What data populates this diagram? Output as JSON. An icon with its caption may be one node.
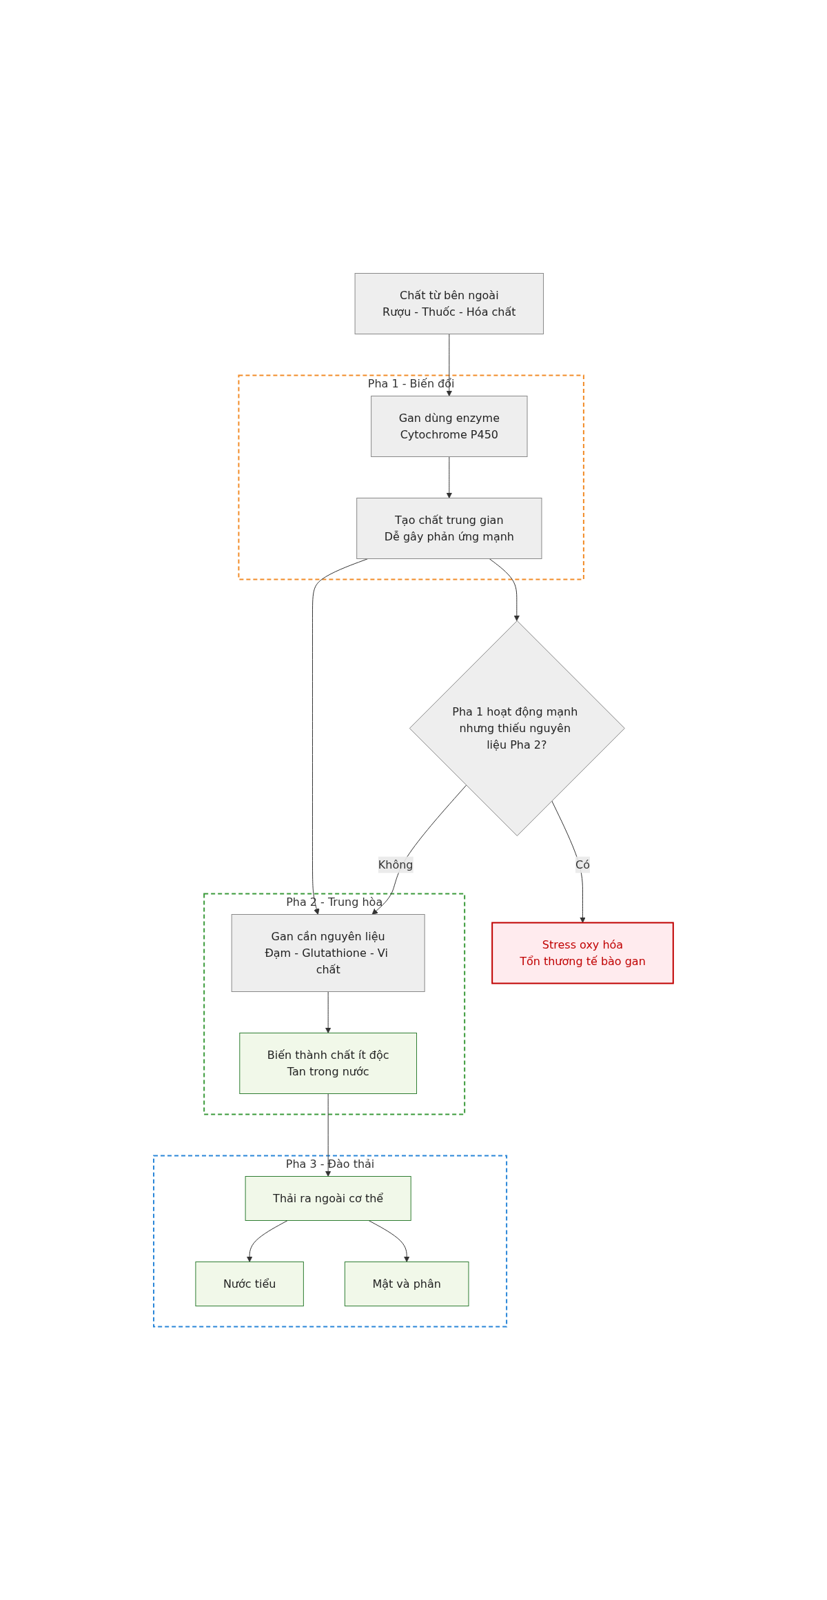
{
  "diagram": {
    "nodes": [
      {
        "text": [
          "Chất từ bên ngoài",
          "Rượu - Thuốc - Hóa chất"
        ]
      },
      {
        "text": [
          "Pha 1 - Biến đổi"
        ]
      },
      {
        "text": [
          "Gan dùng enzyme",
          "Cytochrome P450"
        ],
        "in": 1
      },
      {
        "text": [
          "Tạo chất trung gian",
          "Dễ gây phản ứng mạnh"
        ],
        "in": 1
      },
      {
        "text": [
          "Pha 1 hoạt động mạnh nhưng thiếu nguyên liệu Pha 2?"
        ]
      },
      {
        "text": [
          "Pha 2 - Trung hòa"
        ]
      },
      {
        "text": [
          "Gan cần nguyên liệu",
          "Đạm - Glutathione - Vi chất"
        ],
        "in": 5
      },
      {
        "text": [
          "Biến thành chất ít độc",
          "Tan trong nước"
        ],
        "in": 5
      },
      {
        "text": [
          "Stress oxy hóa",
          "Tổn thương tế bào gan"
        ]
      },
      {
        "text": [
          "Pha 3 - Đào thải"
        ]
      },
      {
        "text": [
          "Thải ra ngoài cơ thể"
        ],
        "in": 9
      },
      {
        "text": [
          "Nước tiểu"
        ],
        "in": 9
      },
      {
        "text": [
          "Mật và phân"
        ],
        "in": 9
      }
    ],
    "edges": [
      {
        "from": 0,
        "to": 2,
        "arrow": "to"
      },
      {
        "from": 2,
        "to": 3,
        "arrow": "to"
      },
      {
        "from": 3,
        "to": 6,
        "arrow": "to"
      },
      {
        "from": 3,
        "to": 4,
        "arrow": "to"
      },
      {
        "from": 4,
        "to": 6,
        "label": "Không",
        "arrow": "to"
      },
      {
        "from": 4,
        "to": 8,
        "label": "Có",
        "arrow": "to"
      },
      {
        "from": 6,
        "to": 7,
        "arrow": "to"
      },
      {
        "from": 7,
        "to": 10,
        "arrow": "to"
      },
      {
        "from": 10,
        "to": 11,
        "arrow": "to"
      },
      {
        "from": 10,
        "to": 12,
        "arrow": "to"
      }
    ]
  }
}
